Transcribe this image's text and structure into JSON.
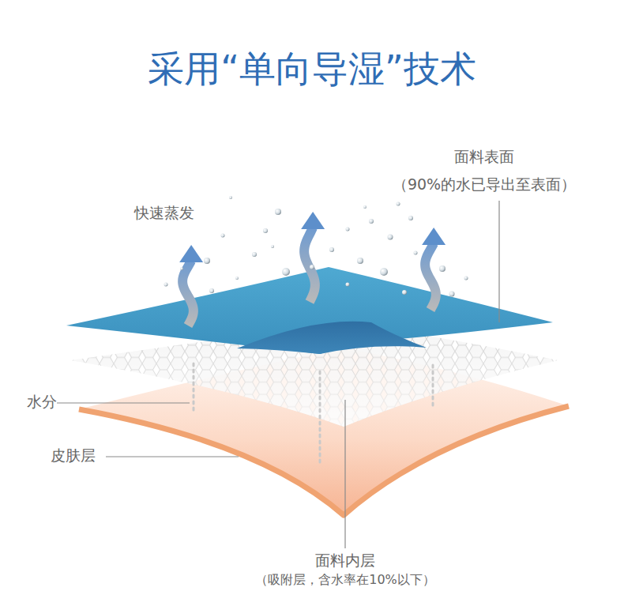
{
  "diagram": {
    "title": "采用“单向导湿”技术",
    "labels": [
      "面料表面",
      "（90%的水已导出至表面）",
      "快速蒸发",
      "水分",
      "皮肤层",
      "面料内层",
      "（吸附层，含水率在10%以下）"
    ]
  }
}
